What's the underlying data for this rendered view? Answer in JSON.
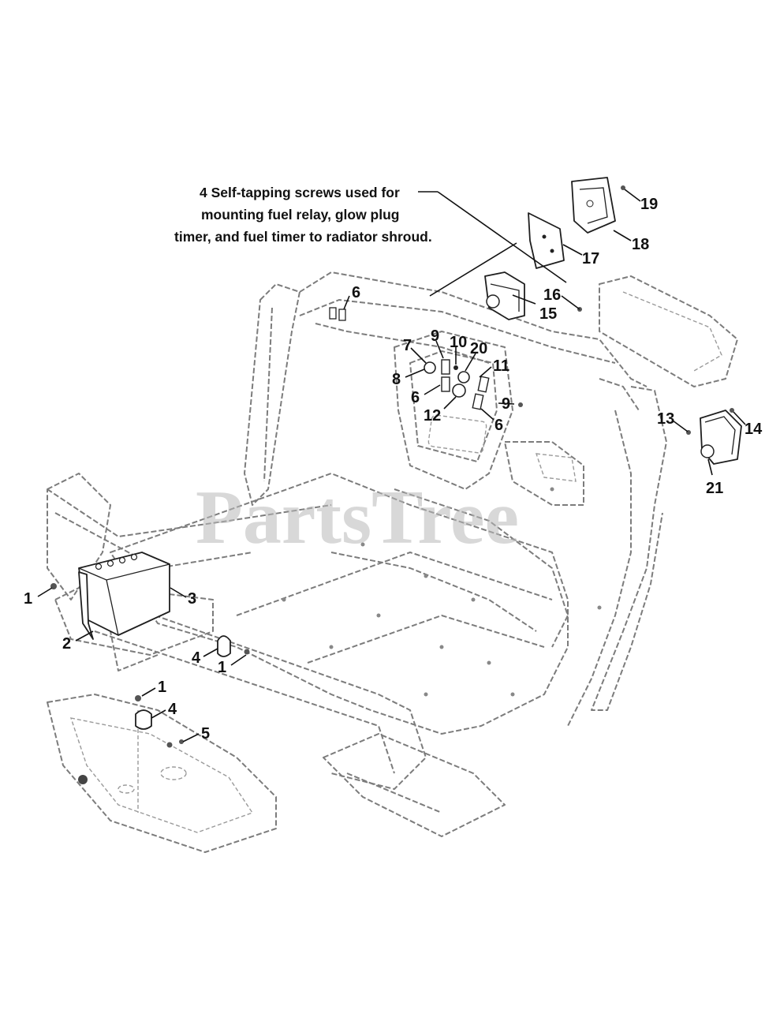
{
  "watermark": "PartsTree",
  "note": {
    "line1": "4 Self-tapping screws used for",
    "line2": "mounting fuel relay, glow plug",
    "line3": "timer, and fuel timer to radiator shroud."
  },
  "callouts": {
    "c1a": "1",
    "c1b": "1",
    "c1c": "1",
    "c2": "2",
    "c3": "3",
    "c4a": "4",
    "c4b": "4",
    "c5": "5",
    "c6a": "6",
    "c6b": "6",
    "c6c": "6",
    "c7": "7",
    "c8": "8",
    "c9a": "9",
    "c9b": "9",
    "c10": "10",
    "c11": "11",
    "c12": "12",
    "c13": "13",
    "c14": "14",
    "c15": "15",
    "c16": "16",
    "c17": "17",
    "c18": "18",
    "c19": "19",
    "c20": "20",
    "c21": "21"
  }
}
